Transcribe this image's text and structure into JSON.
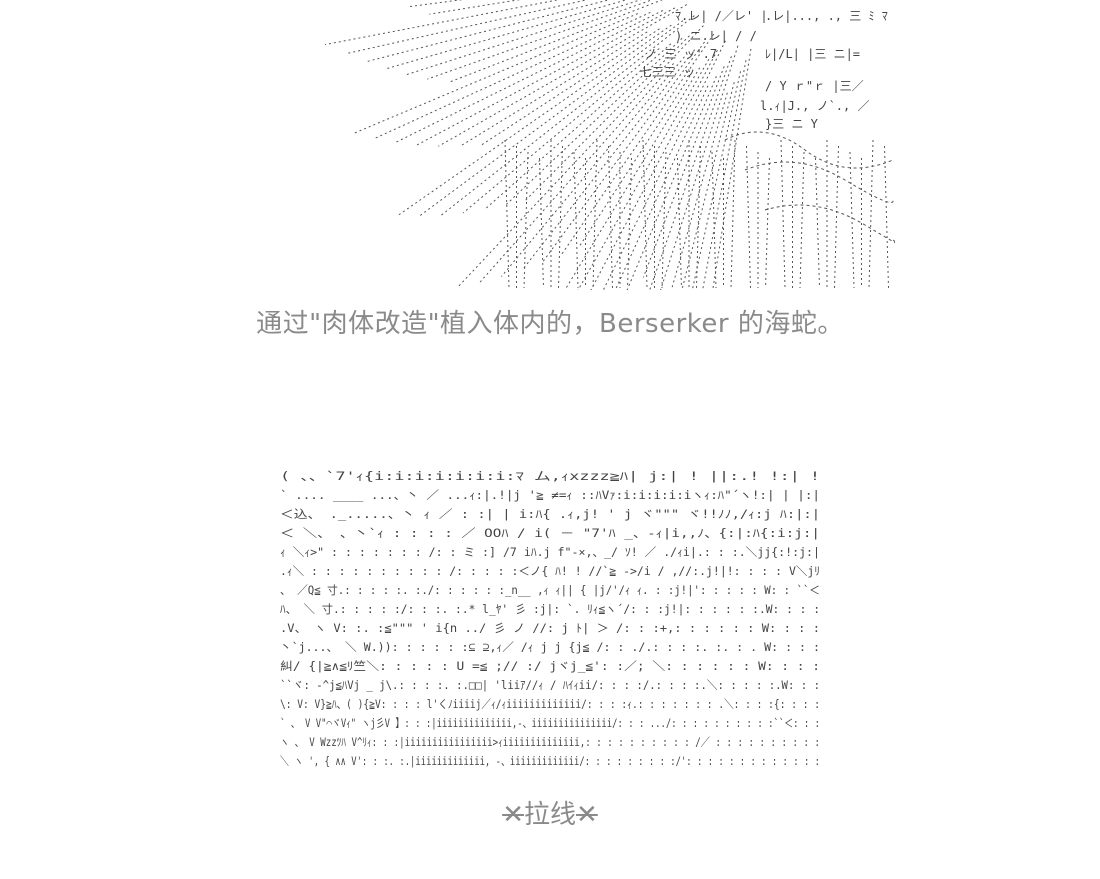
{
  "captions": {
    "top": "通过\"肉体改造\"植入体内的，Berserker 的海蛇。",
    "bottom": "拉线"
  },
  "art_fragments": {
    "top_right": [
      "ﾏ.レ| /／レ' |",
      ".レ|..., ., 三 ﾐ ﾏ ﾆ",
      ") ニ.レ| / /",
      "ノ 三 ッ'.7",
      "ﾚ|/L| |三 ニ|=",
      "七三三 ッ",
      "/ Y ｒ\"ｒ |三／",
      "l.ｨ|J., ノ`., ／",
      "}三 ニ Y"
    ],
    "bottom": [
      "( 、、`7'ｨ{i:i:i:i:i:i:i:ﾏ ム,ｨxzzz≧ﾊ| j:| ! ||:.! !:| !",
      "`  .... ____  ...、丶 ／ ...ｨ:|.!|j  '≧ ≠=ｨ ::ﾊVｧ:i:i:i:i:iヽｨ:ﾊ\"´ヽ!:| | |:|",
      "＜込、  ._.....、丶 ｨ ／ : :| | i:ﾊ{  .ｨ,j! '  j ヾ\"\"\" ヾ!!ﾉﾉ,/ｨ:j ﾊ:|:|",
      "＜ ＼、 、丶`ｨ  : : : : ／  OOﾊ  / i( － \"7'ﾊ  _、-ｨ|i,,ﾉ、{:|:ﾊ{:i:j:|",
      "ｨ  ＼ｨ>\"  : : : : : : : /: : ミ :] /7 iﾊ.j f\"-×,、_/ ｿ!  ／ ./ｨi|.: : :.＼jj{:!:j:|",
      ".ｨ＼ : : : : : : : : : : /: : : : :＜ノ{ ﾊ! ! //`≧ ‐>/i /  ,//:.j!|!: : : : V＼jﾘ",
      "、 ／Q≦  寸.: : : : :. :./: : : : : :_n__ ,ｨ ｨ|| {  |j/'/ｨ  ｨ. : :j!|': : : : : W: : ``＜",
      "ﾊ、 ＼  寸.: : : : :/: : :. :.* l_ﾔ' 彡  :j|: `. ﾘｨ≦ヽ´/: : :j!|: : : : : :.W: : : :",
      ".V、  ヽ  V: :. :≦\"\"\" '  i{n ../ 彡  ノ //:  j ﾄ|  ＞ /: : :+,: : : : : : W: : : :",
      "丶`j...、 ＼  W.)): : : : : :⊆ ⊇,ｨ／ /ｨ j  j {j≦  /: : ./.: : : :. :. : . W: : : :",
      "糾/ {|≧∧≦ﾘ竺＼: : : : :  U  =≦ ;// :/  jヾj_≦': :／;  ＼: : : : : : W: : : :",
      "``ヾ: -^j≦ﾊVj  _ j\\.: : : :. :.□□| 'liiｱ//ｨ / ﾊｲｨii/: : : :/.: : : :.＼: : : : :.W: : :",
      "\\:  V:  V}≧ﾊ、(  ){≧V: : : : l'くﾉiiiij／ｨ/ｨiiiiiiiiiiiii/: : : :ｨ.: : : : : : : .＼: : : :{: : : :",
      "` 、 V  V\"⌒ヾVｨ\"  ヽj彡V 】: : :|iiiiiiiiiiiiii,-、iiiiiiiiiiiiiii/: : : .../: : : : : : : : : :``＜: : :",
      "ヽ 、 V  Wzzﾂﾊ  V^ﾘｨ: : :|iiiiiiiiiiiiiiii>ｨiiiiiiiiiiiiii,: : : : : : : : : : /／ : : : : : : : : : :",
      "＼ ヽ  ', {  ∧∧  V': : :. :.|iiiiiiiiiiiii, -、iiiiiiiiiiiii/: : : : : : : : :/': : : : : : : : : : : : :"
    ]
  }
}
